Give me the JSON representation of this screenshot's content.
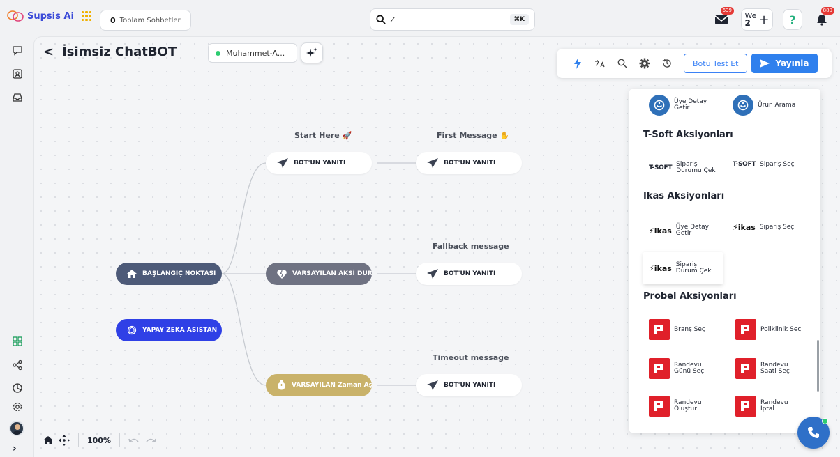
{
  "brand": {
    "name": "Supsis Ai"
  },
  "header": {
    "conversation_count": "0",
    "conversation_label": "Toplam Sohbetler",
    "search_value": "Z",
    "search_shortcut": "⌘K",
    "mail_badge": "639",
    "workspace_line1": "We",
    "workspace_line2": "2",
    "workspace_plus": "+",
    "help_glyph": "?",
    "bell_badge": "880"
  },
  "page": {
    "title": "İsimsiz ChatBOT",
    "selected_user": "Muhammet-A..."
  },
  "toolbar": {
    "test_label": "Botu Test Et",
    "publish_label": "Yayınla"
  },
  "flow": {
    "captions": {
      "start": "Start Here 🚀",
      "first": "First Message ✋",
      "fallback": "Fallback message",
      "timeout": "Timeout message"
    },
    "nodes": {
      "start_point": "BAŞLANGIÇ NOKTASI",
      "ai_assistant": "YAPAY ZEKA ASISTAN",
      "bot_reply_1": "BOT'UN YANITI",
      "bot_reply_2": "BOT'UN YANITI",
      "default_negative": "VARSAYILAN AKSİ DURUM",
      "bot_reply_3": "BOT'UN YANITI",
      "default_timeout": "VARSAYILAN Zaman Aşımı",
      "bot_reply_4": "BOT'UN YANITI"
    },
    "colors": {
      "start_point": "#4d5a78",
      "ai_assistant": "#2f40e6",
      "default_negative": "#6f7282",
      "default_timeout": "#c9b26a"
    }
  },
  "panel": {
    "top_actions": [
      "Üye Detay Getir",
      "Ürün Arama"
    ],
    "tsoft": {
      "title": "T-Soft Aksiyonları",
      "logo": "T-SOFT",
      "actions": [
        "Sipariş Durumu Çek",
        "Sipariş Seç"
      ]
    },
    "ikas": {
      "title": "Ikas Aksiyonları",
      "logo": "ikas",
      "actions": [
        "Üye Detay Getir",
        "Sipariş Seç",
        "Sipariş Durum Çek"
      ]
    },
    "probel": {
      "title": "Probel Aksiyonları",
      "actions": [
        "Branş Seç",
        "Poliklinik Seç",
        "Randevu Günü Seç",
        "Randevu Saati Seç",
        "Randevu Oluştur",
        "Randevu İptal"
      ]
    }
  },
  "zoom": {
    "level": "100%"
  }
}
